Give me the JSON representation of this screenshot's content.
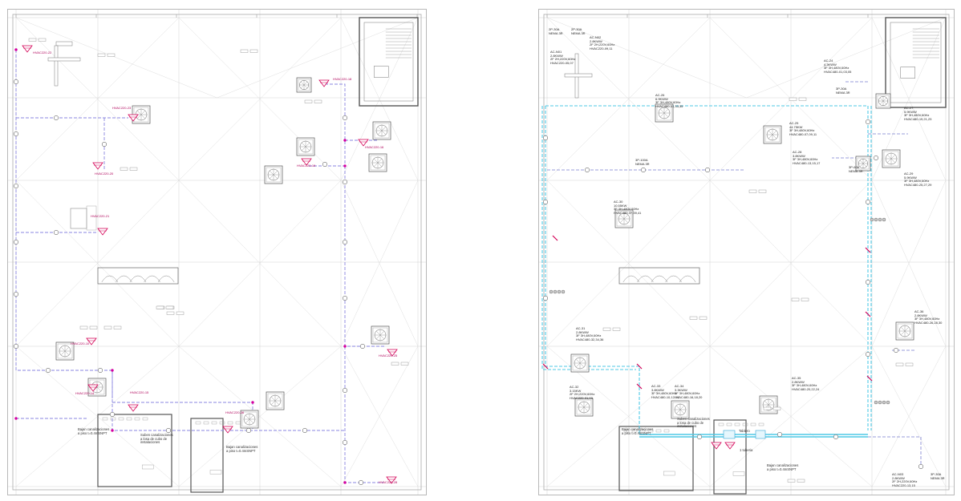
{
  "left": {
    "hvac_labels": [
      "HVAC220-22",
      "HVAC220-18",
      "HVAC220-23",
      "HVAC220-16",
      "HVAC220-20",
      "HVAC220-19",
      "HVAC220-21",
      "HVAC220-10",
      "HVAC220-25",
      "HVAC220-15",
      "HVAC220-14",
      "HVAC220-26",
      "HVAC220-28"
    ],
    "notes": {
      "bajan1": "Bajan canalizaciones\na piso t=0.4mSNPT",
      "suben": "Suben canalizaciones\na losa de cubo de\ninstalaciones",
      "bajan2": "Bajan canalizaciones\na piso t=0.4mSNPT"
    }
  },
  "right": {
    "ac_labels": [
      "AC-N01\n2.8KWW\n2F 2H,220V,60Hz\nHVAC220-05,07",
      "AC-N02\n2.8KWW\n2F 2H,220V,60Hz\nHVAC220-09,11",
      "AC-24\n4.3KWW\n3F 3H,480V,60Hz\nHVAC480-01,03,05",
      "AC-26\n6.9KWW\n3F 3H,480V,60Hz\nHVAC480-31,33,35",
      "AC-25\n44.75KW\n3F 3H,480V,60Hz\nHVAC480-07,09,11",
      "AC-27\n5.9KWW\n3F 3H,480V,60Hz\nHVAC480-19,21,23",
      "AC-28\n3.8KWW\n3F 3H,480V,60Hz\nHVAC480-13,15,17",
      "AC-29\n5.9KWW\n3F 3H,480V,60Hz\nHVAC480-25,27,29",
      "AC-30\n10.55KW\n3F 3H,480V,60Hz\nHVAC480-37,39,41",
      "AC-31\n2.8KWW\n3F 3H,480V,60Hz\nHVAC480-32,34,36",
      "AC-32\n3.15KW\n2F 2H,220V,60Hz\nHVAC220-01,03",
      "AC-33\n3.8KWW\n3F 3H,480V,60Hz\nHVAC480-10,12,14",
      "AC-34\n3.3KWW\n3F 3H,480V,60Hz\nHVAC480-16,18,20",
      "AC-35\n2.8KWW\n3F 3H,480V,60Hz\nHVAC480-20,22,24",
      "AC-36\n2.8KWW\n3F 3H,480V,60Hz\nHVAC480-26,28,30",
      "AC-N03\n2.8KWW\n2F 2H,220V,60Hz\nHVAC220-13,15"
    ],
    "disconnect_labels": [
      "2P-30A\nNEMA 3R",
      "2P-30A\nNEMA 3R",
      "3P-30A\nNEMA 3R",
      "3P-60A\nNEMA 3R",
      "3P-100A\nNEMA 3R",
      "3P-30A\nNEMA 3R"
    ],
    "notes": {
      "bajan1": "Bajan canalizaciones\na piso t=0.4mSNPT",
      "suben": "Suben canalizaciones\na losa de cubo de\ninstalaciones",
      "bajan2": "Bajan canalizaciones\na piso t=0.4mSNPT",
      "tablero": "Tablero",
      "horiz": "1 tuberia"
    }
  },
  "colors": {
    "structure": "#9a9a9a",
    "guide": "#c8c8c8",
    "dash_left": "#8a86e0",
    "dash_right": "#4fc9e6",
    "equipment_tag": "#d40056",
    "dot": "#d400a0"
  }
}
